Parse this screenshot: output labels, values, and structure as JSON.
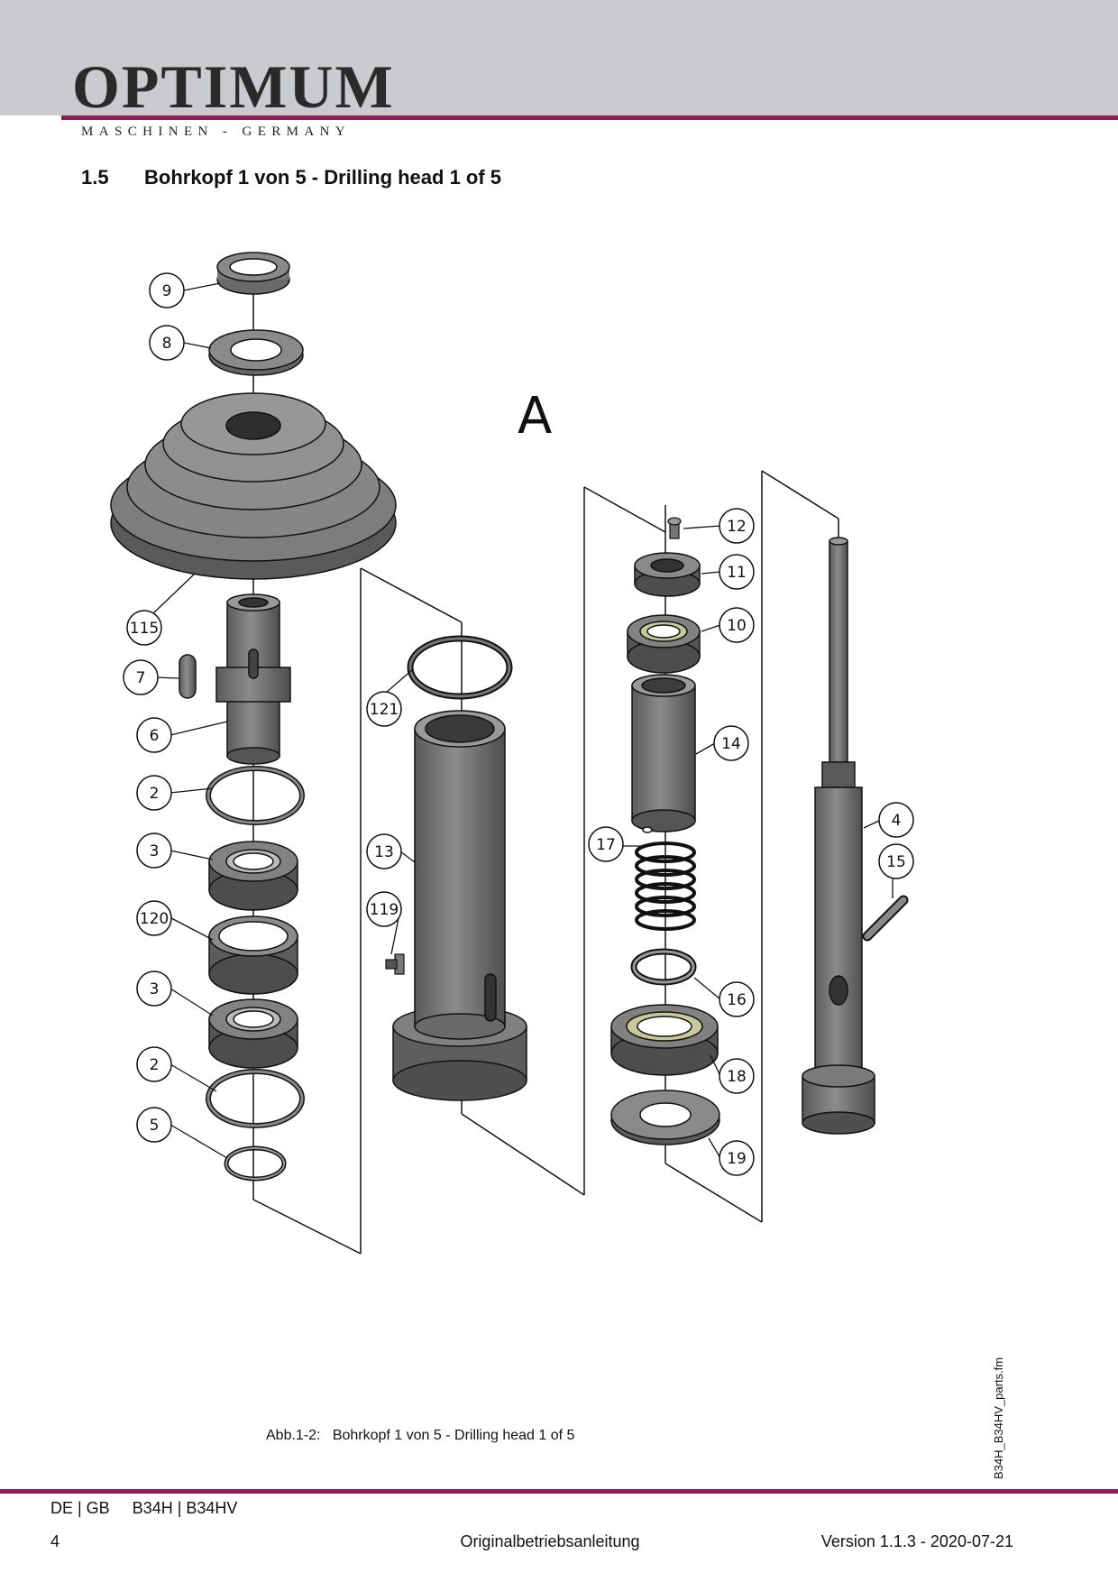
{
  "header": {
    "brand": "OPTIMUM",
    "registered": "®",
    "tagline": "MASCHINEN - GERMANY"
  },
  "section": {
    "number": "1.5",
    "title": "Bohrkopf 1 von 5 - Drilling head 1 of 5"
  },
  "drawing": {
    "view_label": "A",
    "callouts": {
      "c9": "9",
      "c8": "8",
      "c115": "115",
      "c7": "7",
      "c6": "6",
      "c2a": "2",
      "c3a": "3",
      "c120": "120",
      "c3b": "3",
      "c2b": "2",
      "c5": "5",
      "c121": "121",
      "c13": "13",
      "c119": "119",
      "c12": "12",
      "c11": "11",
      "c10": "10",
      "c14": "14",
      "c17": "17",
      "c16": "16",
      "c18": "18",
      "c19": "19",
      "c4": "4",
      "c15": "15"
    }
  },
  "side_note": "B34H_B34HV_parts.fm",
  "caption": "Abb.1-2:   Bohrkopf 1 von 5 - Drilling head 1 of 5",
  "footer": {
    "languages": "DE | GB     B34H | B34HV",
    "page": "4",
    "doc_type": "Originalbetriebsanleitung",
    "version": "Version 1.1.3 - 2020-07-21"
  },
  "colors": {
    "accent": "#8a1f5a",
    "header_band": "#c9cbcf",
    "part_fill": "#6b6b6b"
  }
}
